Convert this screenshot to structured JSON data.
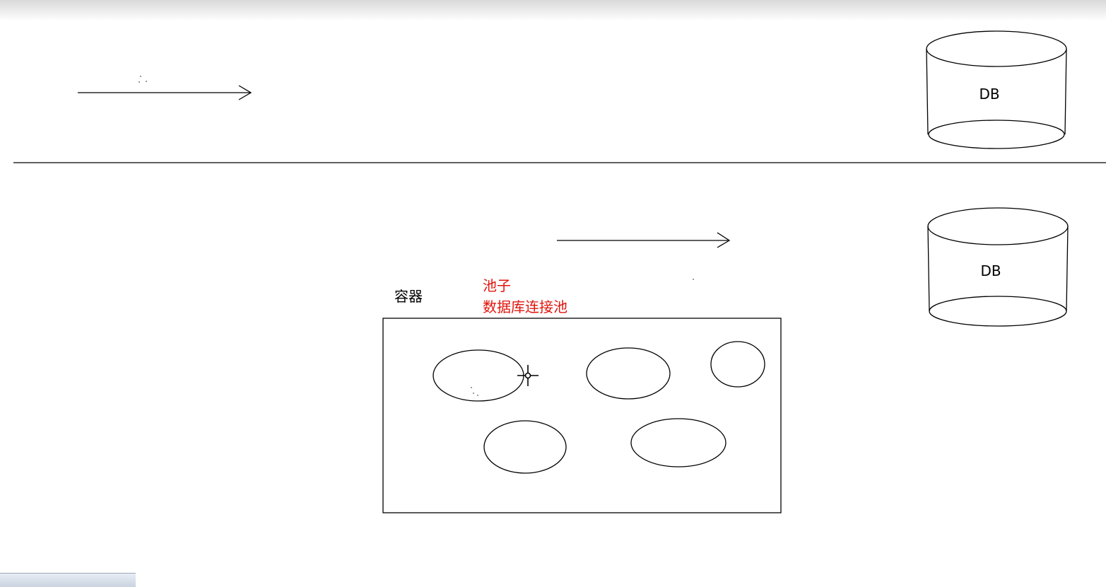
{
  "top_scene": {
    "db_label": "DB"
  },
  "bottom_scene": {
    "db_label": "DB",
    "container_label": "容器",
    "pool_label": "池子",
    "pool_sublabel": "数据库连接池"
  },
  "colors": {
    "stroke": "#000000",
    "pool_text": "#e0140c",
    "label_text": "#000000"
  }
}
